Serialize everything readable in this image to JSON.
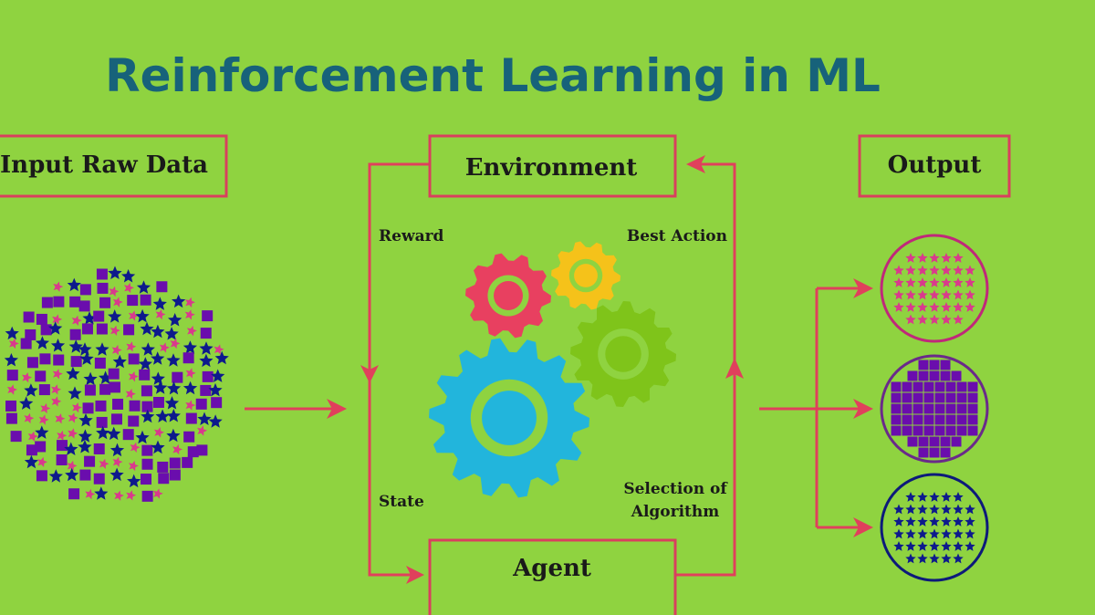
{
  "title": "Reinforcement Learning in ML",
  "boxes": {
    "input": "Input Raw Data",
    "environment": "Environment",
    "output": "Output",
    "agent": "Agent"
  },
  "labels": {
    "reward": "Reward",
    "best_action": "Best Action",
    "state": "State",
    "selection_line1": "Selection of",
    "selection_line2": "Algorithm"
  },
  "colors": {
    "background": "#8fd340",
    "arrow": "#e0405c",
    "title": "#17627a",
    "square": "#6a0dad",
    "star": "#0d1a8c",
    "pink": "#d93a8c",
    "gear_red": "#e84060",
    "gear_yellow": "#f5c21a",
    "gear_green": "#7fc41a",
    "gear_blue": "#22b5dc"
  },
  "output_clusters": [
    "pink-stars",
    "purple-squares",
    "blue-stars"
  ]
}
